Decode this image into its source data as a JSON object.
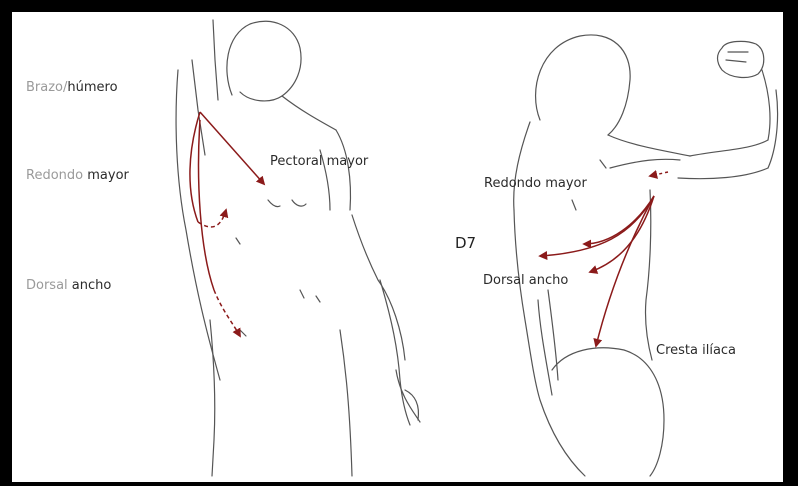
{
  "labels": {
    "brazo_a": "Brazo/",
    "brazo_b": "húmero",
    "redondo_left_a": "Redondo",
    "redondo_left_b": " mayor",
    "dorsal_left_a": "Dorsal",
    "dorsal_left_b": " ancho",
    "pectoral": "Pectoral mayor",
    "redondo_right": "Redondo mayor",
    "d7": "D7",
    "dorsal_right": "Dorsal ancho",
    "cresta": "Cresta ilíaca"
  },
  "colors": {
    "arrow": "#8b1a1a",
    "outline": "#444444",
    "frame": "#000000"
  }
}
